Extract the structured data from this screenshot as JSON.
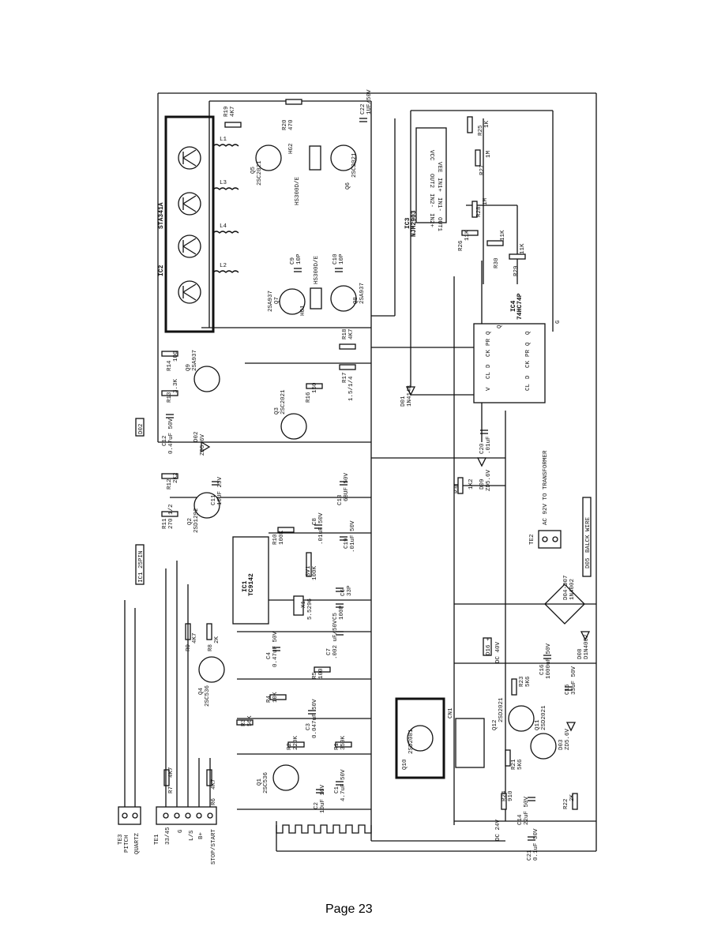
{
  "page": {
    "number": "Page 23"
  },
  "ics": {
    "ic2": {
      "ref": "IC2",
      "part": "STA341A"
    },
    "ic1": {
      "ref": "IC1",
      "part": "TC9142"
    },
    "ic3": {
      "ref": "IC3",
      "part": "NJM2903",
      "pins_left": [
        "OUT1",
        "IN1-",
        "IN1+",
        "VEE"
      ],
      "pins_right": [
        "VCC",
        "OUT2",
        "IN2-",
        "IN2+"
      ]
    },
    "ic4": {
      "ref": "IC4",
      "part": "74HC74P",
      "pins_top": [
        "V",
        "CL",
        "D",
        "CK",
        "PR",
        "Q",
        "Q"
      ],
      "pins_bot": [
        "CL",
        "D",
        "CK",
        "PR",
        "Q",
        "Q",
        "G"
      ]
    }
  },
  "transistors": [
    {
      "ref": "Q5",
      "part": "2SC2021"
    },
    {
      "ref": "Q6",
      "part": "2SC2021"
    },
    {
      "ref": "Q7",
      "part": "2SA937"
    },
    {
      "ref": "Q8",
      "part": "2SA937"
    },
    {
      "ref": "Q9",
      "part": "2SA937"
    },
    {
      "ref": "Q3",
      "part": "2SC2021"
    },
    {
      "ref": "Q2",
      "part": "2SD1292"
    },
    {
      "ref": "Q4",
      "part": "2SC536"
    },
    {
      "ref": "Q1",
      "part": "2SC536"
    },
    {
      "ref": "Q10",
      "part": "2SD2081"
    },
    {
      "ref": "Q12",
      "part": "2SD2021"
    },
    {
      "ref": "Q11",
      "part": "2SD2021"
    }
  ],
  "resistors": [
    {
      "ref": "R19",
      "value": "4K7"
    },
    {
      "ref": "R20",
      "value": "470"
    },
    {
      "ref": "R25",
      "value": "1K"
    },
    {
      "ref": "R27",
      "value": "1M"
    },
    {
      "ref": "R28",
      "value": "1M"
    },
    {
      "ref": "R26",
      "value": "11K"
    },
    {
      "ref": "R30",
      "value": "11K"
    },
    {
      "ref": "R29",
      "value": "11K"
    },
    {
      "ref": "R14",
      "value": "100"
    },
    {
      "ref": "R13",
      "value": "3.3K"
    },
    {
      "ref": "R18",
      "value": "4K7"
    },
    {
      "ref": "R17",
      "value": "1.5/1/4"
    },
    {
      "ref": "R16",
      "value": "150"
    },
    {
      "ref": "R12",
      "value": "2K2"
    },
    {
      "ref": "R11",
      "value": "270 1/2"
    },
    {
      "ref": "R10",
      "value": "100K"
    },
    {
      "ref": "R31",
      "value": "1K2"
    },
    {
      "ref": "R9",
      "value": "4K7"
    },
    {
      "ref": "R8",
      "value": "2K"
    },
    {
      "ref": "R5",
      "value": "100"
    },
    {
      "ref": "R4",
      "value": "10K"
    },
    {
      "ref": "R3",
      "value": "56K"
    },
    {
      "ref": "R2",
      "value": "220K"
    },
    {
      "ref": "R1",
      "value": "350K"
    },
    {
      "ref": "R7",
      "value": "4K7"
    },
    {
      "ref": "R6",
      "value": "4K7"
    },
    {
      "ref": "R23",
      "value": "5K6"
    },
    {
      "ref": "R21",
      "value": "5K6"
    },
    {
      "ref": "R24",
      "value": "910"
    },
    {
      "ref": "R22",
      "value": "2K"
    }
  ],
  "capacitors": [
    {
      "ref": "C22",
      "value": "1UF/50V"
    },
    {
      "ref": "C9",
      "value": "10P"
    },
    {
      "ref": "C10",
      "value": "10P"
    },
    {
      "ref": "C12",
      "value": "0.47uF 50V"
    },
    {
      "ref": "C20",
      "value": ".01uF"
    },
    {
      "ref": "C11",
      "value": "10UF 25V"
    },
    {
      "ref": "C13",
      "value": "68UF 50V"
    },
    {
      "ref": "C8",
      "value": ".01uF 50V"
    },
    {
      "ref": "C19",
      "value": ".01uF 50V"
    },
    {
      "ref": "C6",
      "value": "33P"
    },
    {
      "ref": "C5",
      "value": "100P"
    },
    {
      "ref": "C7",
      "value": ".002 uF/50V"
    },
    {
      "ref": "C4",
      "value": "0.47uF 50V"
    },
    {
      "ref": "C3",
      "value": "0.047uF 50V"
    },
    {
      "ref": "C2",
      "value": "10uF 16V"
    },
    {
      "ref": "C1",
      "value": "4.7uF 50V"
    },
    {
      "ref": "C16",
      "value": "1000uF 50V"
    },
    {
      "ref": "C15",
      "value": "33uF 50V"
    },
    {
      "ref": "C14",
      "value": "22uF 50V"
    },
    {
      "ref": "C21",
      "value": "0.1uF 50V"
    }
  ],
  "diodes": [
    {
      "ref": "D01",
      "value": "1N4148"
    },
    {
      "ref": "D02",
      "value": "ZD5.6V"
    },
    {
      "ref": "D09",
      "value": "ZD5.6V"
    },
    {
      "ref": "D03",
      "value": "ZD5.6V"
    },
    {
      "ref": "D04-D07",
      "value": "1N4002"
    },
    {
      "ref": "D08",
      "value": "D1N4002"
    }
  ],
  "others": {
    "hall1": {
      "ref": "HG1",
      "part": "HS300D/E"
    },
    "hall2": {
      "ref": "HG2",
      "part": "HS300D/E"
    },
    "coils": [
      "L1",
      "L2",
      "L3",
      "L4"
    ],
    "crystal": {
      "ref": "X1",
      "value": "5.5296"
    },
    "trimmer": {
      "ref": "SV1",
      "value": "100K"
    },
    "connector": "CN1"
  },
  "terminals": {
    "te3": {
      "ref": "TE3",
      "pins": [
        "PITCH",
        "QUARTZ"
      ]
    },
    "te1": {
      "ref": "TE1",
      "pins": [
        "33/45",
        "G",
        "L/S",
        "B+",
        "STOP/START"
      ]
    },
    "te2": {
      "ref": "TE2",
      "label": "AC 92V TO TRANSFORMER"
    }
  },
  "flags": {
    "ic1_pin": "IC1 25PIN",
    "d02": "D02",
    "d16": "D16 +",
    "dc40": "DC 40V",
    "d05": "D05",
    "black_wire": "BALCK WIRE",
    "dc24": "DC 24V"
  }
}
